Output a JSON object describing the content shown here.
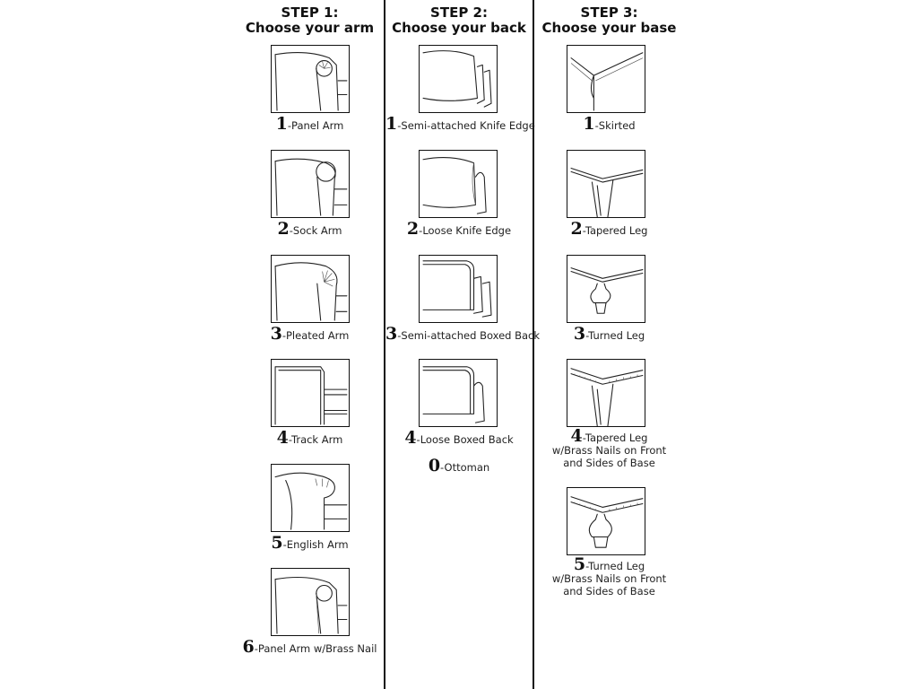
{
  "steps": [
    {
      "step_label": "STEP 1:",
      "title": "Choose your arm",
      "options": [
        {
          "num": "1",
          "label": "Panel Arm",
          "icon": "panel-arm-icon"
        },
        {
          "num": "2",
          "label": "Sock Arm",
          "icon": "sock-arm-icon"
        },
        {
          "num": "3",
          "label": "Pleated Arm",
          "icon": "pleated-arm-icon"
        },
        {
          "num": "4",
          "label": "Track Arm",
          "icon": "track-arm-icon"
        },
        {
          "num": "5",
          "label": "English Arm",
          "icon": "english-arm-icon"
        },
        {
          "num": "6",
          "label": "Panel Arm w/Brass Nail",
          "icon": "panel-arm-brass-nail-icon"
        }
      ]
    },
    {
      "step_label": "STEP 2:",
      "title": "Choose your back",
      "options": [
        {
          "num": "1",
          "label": "Semi-attached Knife Edge",
          "icon": "semi-attached-knife-edge-icon"
        },
        {
          "num": "2",
          "label": "Loose Knife Edge",
          "icon": "loose-knife-edge-icon"
        },
        {
          "num": "3",
          "label": "Semi-attached Boxed Back",
          "icon": "semi-attached-boxed-back-icon"
        },
        {
          "num": "4",
          "label": "Loose Boxed Back",
          "icon": "loose-boxed-back-icon"
        },
        {
          "num": "0",
          "label": "Ottoman"
        }
      ]
    },
    {
      "step_label": "STEP 3:",
      "title": "Choose your base",
      "options": [
        {
          "num": "1",
          "label": "Skirted",
          "icon": "skirted-base-icon"
        },
        {
          "num": "2",
          "label": "Tapered Leg",
          "icon": "tapered-leg-icon"
        },
        {
          "num": "3",
          "label": "Turned Leg",
          "icon": "turned-leg-icon"
        },
        {
          "num": "4",
          "label": "Tapered Leg",
          "sub1": "w/Brass Nails on Front",
          "sub2": "and Sides of Base",
          "icon": "tapered-leg-brass-nails-icon"
        },
        {
          "num": "5",
          "label": "Turned Leg",
          "sub1": "w/Brass Nails on Front",
          "sub2": "and Sides of Base",
          "icon": "turned-leg-brass-nails-icon"
        }
      ]
    }
  ]
}
